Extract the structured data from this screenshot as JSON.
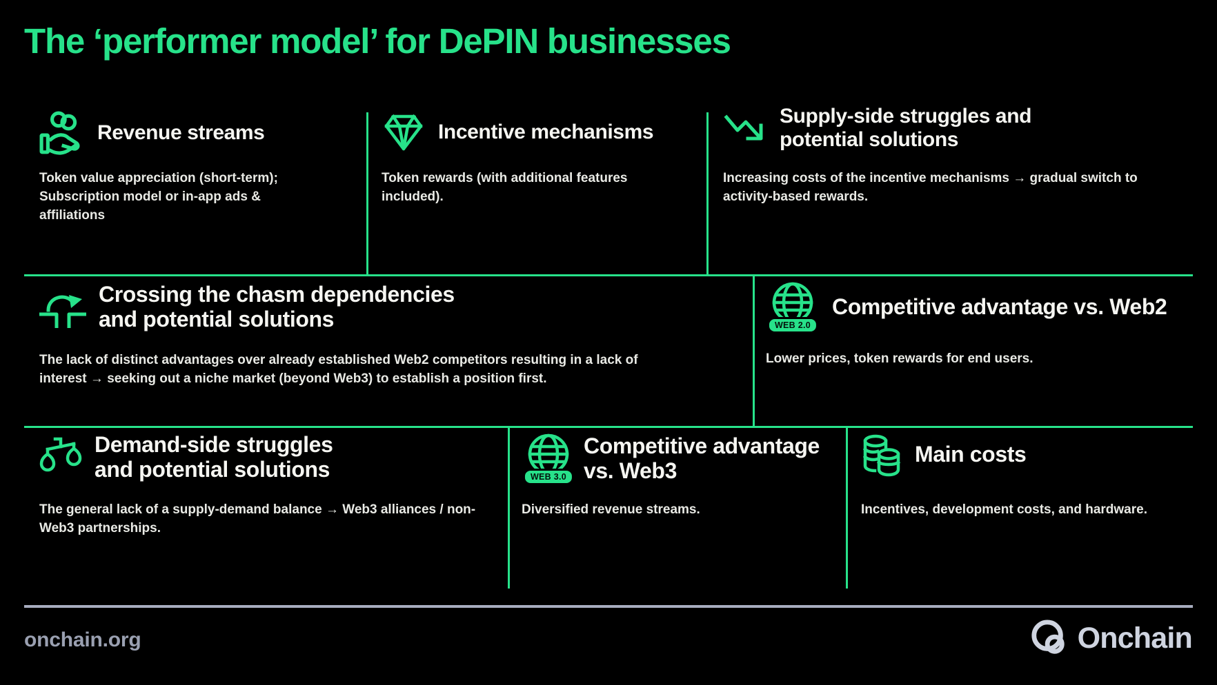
{
  "page": {
    "title": "The ‘performer model’ for DePIN businesses"
  },
  "colors": {
    "background": "#000000",
    "accent_green": "#27E28A",
    "heading_white": "#F5F5F1",
    "body_white": "#E9EAE5",
    "footer_text_gray": "#9AA0B1",
    "footer_line_gray": "#A7ACBF",
    "logo_gray": "#CFD4E0",
    "badge_text": "#04130C"
  },
  "sections": [
    {
      "id": "revenue-streams",
      "icon": "hand-coins-icon",
      "title_lines": [
        "Revenue streams"
      ],
      "body": "Token value appreciation (short-term); Subscription model or in-app ads & affiliations"
    },
    {
      "id": "incentive-mechanisms",
      "icon": "gem-icon",
      "title_lines": [
        "Incentive mechanisms"
      ],
      "body": "Token rewards (with additional features included)."
    },
    {
      "id": "supply-side-struggles",
      "icon": "trend-down-arrow-icon",
      "title_lines": [
        "Supply-side struggles and",
        "potential solutions"
      ],
      "body": "Increasing costs of the incentive mechanisms → gradual switch to activity-based rewards."
    },
    {
      "id": "crossing-the-chasm",
      "icon": "chasm-arc-arrow-icon",
      "title_lines": [
        "Crossing the chasm dependencies",
        "and potential solutions"
      ],
      "body": "The lack of distinct advantages over already established Web2 competitors resulting in a lack of interest → seeking out a niche market (beyond Web3) to establish a position first."
    },
    {
      "id": "competitive-advantage-web2",
      "icon": "globe-web2-icon",
      "badge": "WEB 2.0",
      "title_pre": "Competitive advantage vs.",
      "title_strong": "Web2",
      "body": "Lower prices, token rewards for end users."
    },
    {
      "id": "demand-side-struggles",
      "icon": "scales-icon",
      "title_lines": [
        "Demand-side struggles",
        "and potential solutions"
      ],
      "body": "The general lack of a supply-demand balance → Web3 alliances / non-Web3 partnerships."
    },
    {
      "id": "competitive-advantage-web3",
      "icon": "globe-web3-icon",
      "badge": "WEB 3.0",
      "title_lines": [
        "Competitive advantage"
      ],
      "line2_pre": "vs.",
      "line2_strong": "Web3",
      "body": "Diversified revenue streams."
    },
    {
      "id": "main-costs",
      "icon": "coin-stacks-icon",
      "title_lines": [
        "Main costs"
      ],
      "body": "Incentives, development costs, and hardware."
    }
  ],
  "footer": {
    "url": "onchain.org",
    "brand": "Onchain"
  }
}
